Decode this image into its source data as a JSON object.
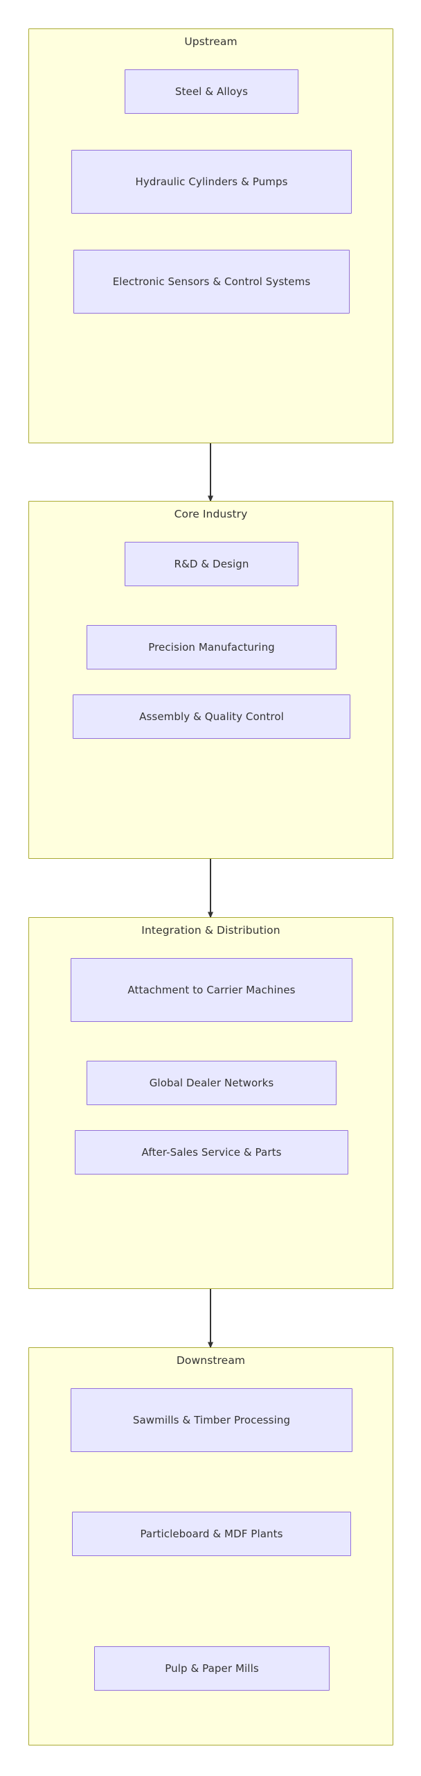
{
  "diagram": {
    "type": "flowchart",
    "orientation": "top-to-bottom",
    "theme": {
      "cluster_fill": "#ffffde",
      "cluster_stroke": "#aaaa33",
      "node_fill": "#e8e8ff",
      "node_stroke": "#9370db",
      "text_color": "#333333",
      "edge_color": "#333333",
      "page_background": "#ffffff"
    },
    "clusters": [
      {
        "id": "upstream",
        "title": "Upstream",
        "nodes": [
          {
            "id": "steel-alloys",
            "label": "Steel & Alloys"
          },
          {
            "id": "hydraulic-cylinders-pumps",
            "label": "Hydraulic Cylinders & Pumps"
          },
          {
            "id": "electronic-sensors-control-systems",
            "label": "Electronic Sensors & Control Systems"
          }
        ]
      },
      {
        "id": "core-industry",
        "title": "Core Industry",
        "nodes": [
          {
            "id": "rd-design",
            "label": "R&D & Design"
          },
          {
            "id": "precision-manufacturing",
            "label": "Precision Manufacturing"
          },
          {
            "id": "assembly-quality-control",
            "label": "Assembly & Quality Control"
          }
        ]
      },
      {
        "id": "integration-distribution",
        "title": "Integration & Distribution",
        "nodes": [
          {
            "id": "attachment-to-carrier-machines",
            "label": "Attachment to Carrier Machines"
          },
          {
            "id": "global-dealer-networks",
            "label": "Global Dealer Networks"
          },
          {
            "id": "after-sales-service-parts",
            "label": "After-Sales Service & Parts"
          }
        ]
      },
      {
        "id": "downstream",
        "title": "Downstream",
        "nodes": [
          {
            "id": "sawmills-timber-processing",
            "label": "Sawmills & Timber Processing"
          },
          {
            "id": "particleboard-mdf-plants",
            "label": "Particleboard & MDF Plants"
          },
          {
            "id": "pulp-paper-mills",
            "label": "Pulp & Paper Mills"
          }
        ]
      }
    ],
    "edges": [
      {
        "id": "edge-upstream-core",
        "from": "Upstream",
        "to": "Core Industry",
        "arrow": "single"
      },
      {
        "id": "edge-core-integration",
        "from": "Core Industry",
        "to": "Integration & Distribution",
        "arrow": "single"
      },
      {
        "id": "edge-integration-downstream",
        "from": "Integration & Distribution",
        "to": "Downstream",
        "arrow": "single"
      }
    ]
  }
}
